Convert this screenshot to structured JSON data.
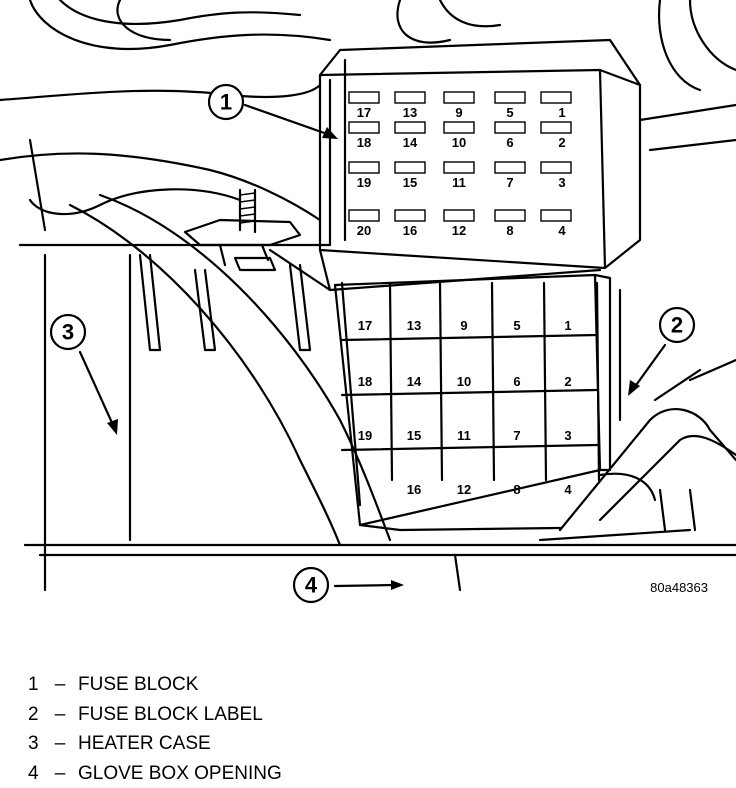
{
  "figure_code": "80a48363",
  "callouts": [
    "1",
    "2",
    "3",
    "4"
  ],
  "fuse_block": {
    "rows": [
      [
        "17",
        "13",
        "9",
        "5",
        "1"
      ],
      [
        "18",
        "14",
        "10",
        "6",
        "2"
      ],
      [
        "19",
        "15",
        "11",
        "7",
        "3"
      ],
      [
        "20",
        "16",
        "12",
        "8",
        "4"
      ]
    ]
  },
  "fuse_block_label": {
    "rows": [
      [
        "17",
        "13",
        "9",
        "5",
        "1"
      ],
      [
        "18",
        "14",
        "10",
        "6",
        "2"
      ],
      [
        "19",
        "15",
        "11",
        "7",
        "3"
      ],
      [
        "",
        "16",
        "12",
        "8",
        "4"
      ]
    ]
  },
  "legend": [
    {
      "num": "1",
      "dash": "–",
      "text": "FUSE BLOCK"
    },
    {
      "num": "2",
      "dash": "–",
      "text": "FUSE BLOCK LABEL"
    },
    {
      "num": "3",
      "dash": "–",
      "text": "HEATER CASE"
    },
    {
      "num": "4",
      "dash": "–",
      "text": "GLOVE BOX OPENING"
    }
  ]
}
